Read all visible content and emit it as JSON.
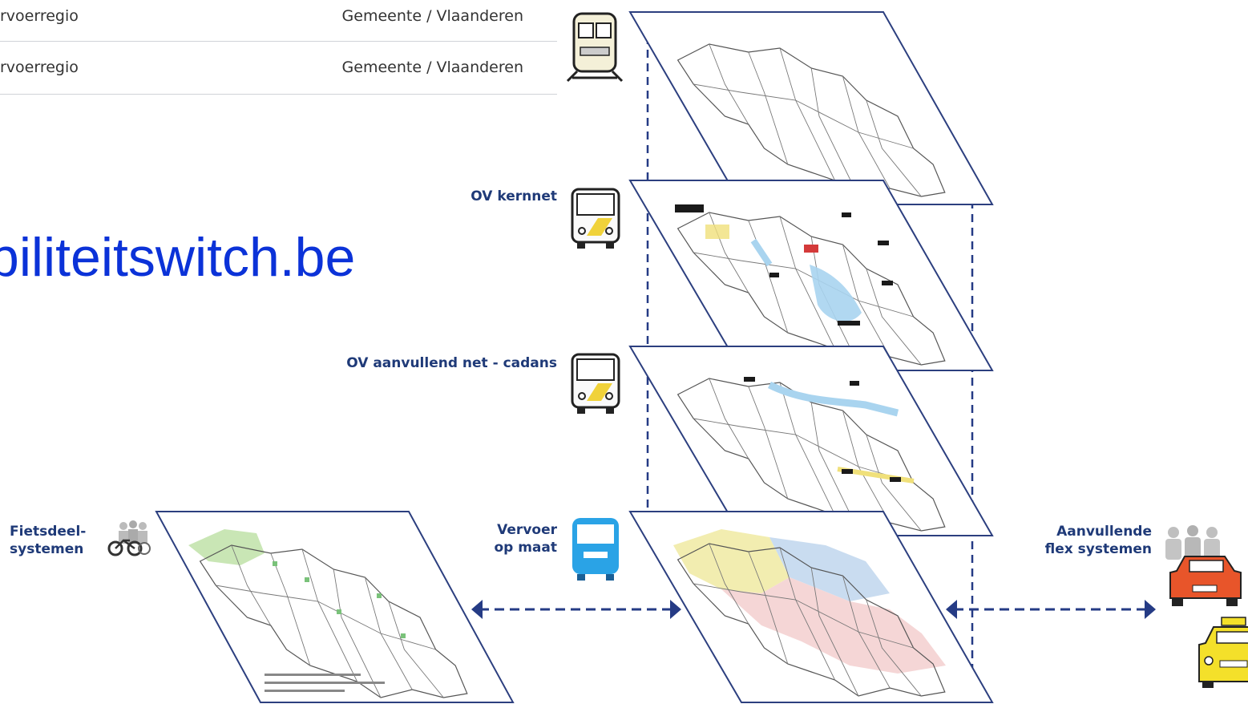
{
  "table": {
    "rows": [
      {
        "left": "rvoerregio",
        "right": "Gemeente / Vlaanderen"
      },
      {
        "left": "rvoerregio",
        "right": "Gemeente / Vlaanderen"
      }
    ]
  },
  "link": {
    "text": "biliteitswitch.be"
  },
  "diagram": {
    "labels": {
      "ov_kernnet": "OV kernnet",
      "ov_aanvullend": "OV aanvullend net - cadans",
      "vervoer_line1": "Vervoer",
      "vervoer_line2": "op maat",
      "fietsdeel_line1": "Fietsdeel-",
      "fietsdeel_line2": "systemen",
      "flex_line1": "Aanvullende",
      "flex_line2": "flex systemen"
    },
    "colors": {
      "frame": "#2c3f7f",
      "label": "#1f3a78",
      "dash": "#253b85",
      "yellow_region": "#f2edb0",
      "blue_region": "#c9dcf0",
      "pink_region": "#f5d6d6",
      "green_region": "#c9e6b5",
      "bus_blue": "#2aa3e6",
      "car_orange": "#e8552a",
      "taxi_yellow": "#f4e02a"
    },
    "icons": [
      "train-icon",
      "bus-icon",
      "bus-icon",
      "bus-blue-icon",
      "bicycle-group-icon",
      "car-icon",
      "taxi-icon"
    ]
  }
}
